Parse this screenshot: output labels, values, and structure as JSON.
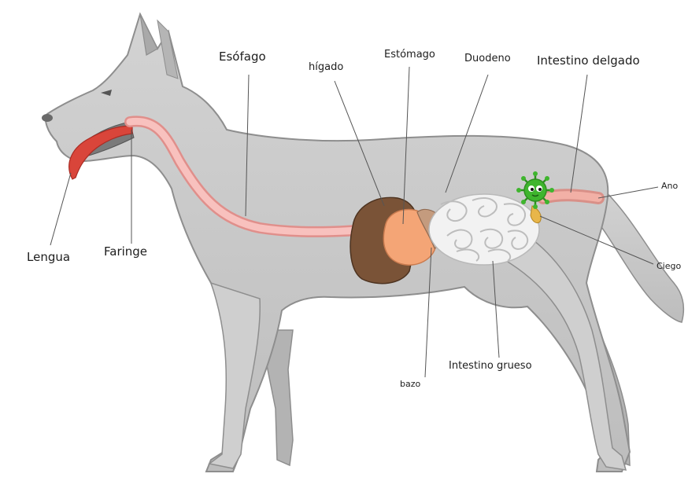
{
  "diagram": {
    "labels": {
      "esofago": "Esófago",
      "higado": "hígado",
      "estomago": "Estómago",
      "duodeno": "Duodeno",
      "intestino_delgado": "Intestino delgado",
      "ano": "Ano",
      "ciego": "Ciego",
      "intestino_grueso": "Intestino grueso",
      "bazo": "bazo",
      "faringe": "Faringe",
      "lengua": "Lengua"
    },
    "colors": {
      "body": "#c9c9c9",
      "outline": "#8e8e8e",
      "esophagus": "#f3a9a6",
      "liver": "#7a5337",
      "stomach": "#f4a576",
      "spleen": "#c49b7e",
      "intestine": "#f2f2f2",
      "tongue": "#d9453a",
      "virus": "#3fb52e"
    }
  }
}
